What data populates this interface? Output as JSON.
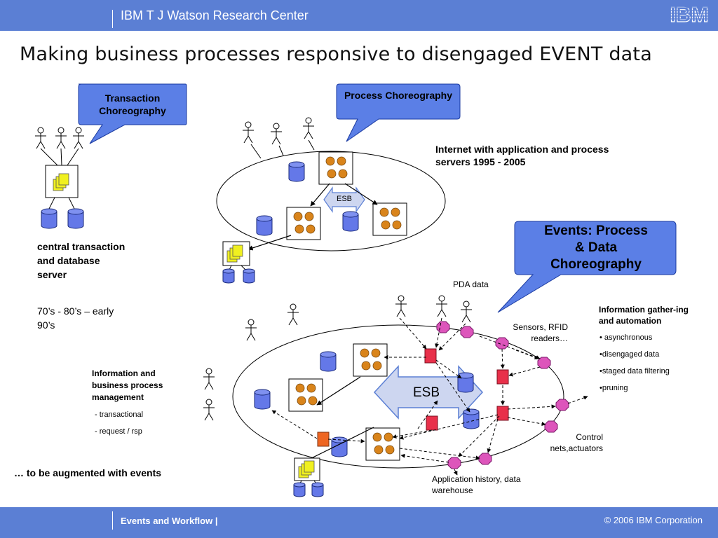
{
  "header": {
    "center_name": "IBM T J Watson Research Center",
    "logo_text": "IBM"
  },
  "title": "Making business processes responsive to disengaged EVENT data",
  "footer": {
    "left": "Events and Workflow   |",
    "right": "© 2006 IBM Corporation"
  },
  "callouts": {
    "transaction": "Transaction Choreography",
    "process": "Process Choreography",
    "events": "Events: Process & Data Choreography"
  },
  "labels": {
    "central_server": "central transaction and database server",
    "era_1": "70’s - 80’s – early 90’s",
    "internet": "Internet with application and process servers   1995 - 2005",
    "esb_small": "ESB",
    "esb_large": "ESB",
    "pda": "PDA data",
    "sensors": "Sensors, RFID readers…",
    "info_mgmt": "Information and business process management",
    "transactional": "- transactional",
    "request": "-  request / rsp",
    "control": "Control nets,actuators",
    "app_history": "Application history, data warehouse",
    "augment": "…  to be augmented with  events"
  },
  "gather": {
    "heading": "Information gather-ing and automation",
    "items": [
      "• asynchronous",
      "•disengaged data",
      "•staged data filtering",
      "•pruning"
    ]
  },
  "colors": {
    "bar_blue": "#5b7fd4",
    "callout_blue": "#5b7fe6",
    "database_blue": "#6478e8",
    "node_orange": "#d9841b",
    "event_red": "#e8304a",
    "event_magenta": "#dd55bb",
    "esb_fill": "#cdd6f0",
    "doc_yellow": "#f0f020"
  }
}
